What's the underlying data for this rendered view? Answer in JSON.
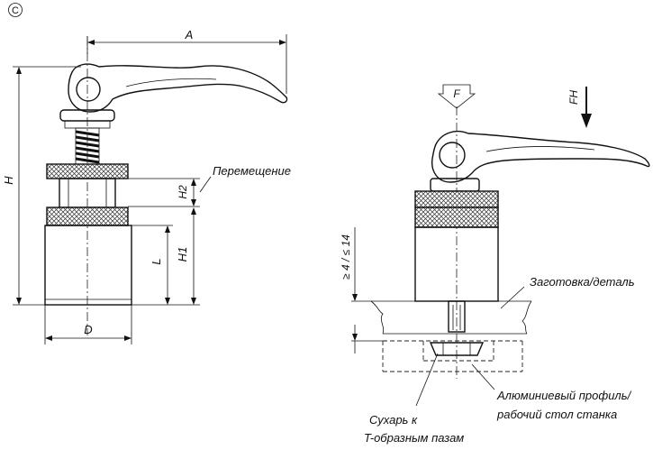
{
  "view_label": "C",
  "dimensions": {
    "a": "A",
    "h": "H",
    "h1": "H1",
    "h2": "H2",
    "l": "L",
    "d": "D",
    "stroke": "≥ 4 / ≤ 14"
  },
  "forces": {
    "f": "F",
    "fh": "FH"
  },
  "callouts": {
    "displacement": "Перемещение",
    "workpiece": "Заготовка/деталь",
    "profile_line1": "Алюминиевый профиль/",
    "profile_line2": "рабочий стол станка",
    "slot_nut_line1": "Сухарь к",
    "slot_nut_line2": "T-образным пазам"
  }
}
